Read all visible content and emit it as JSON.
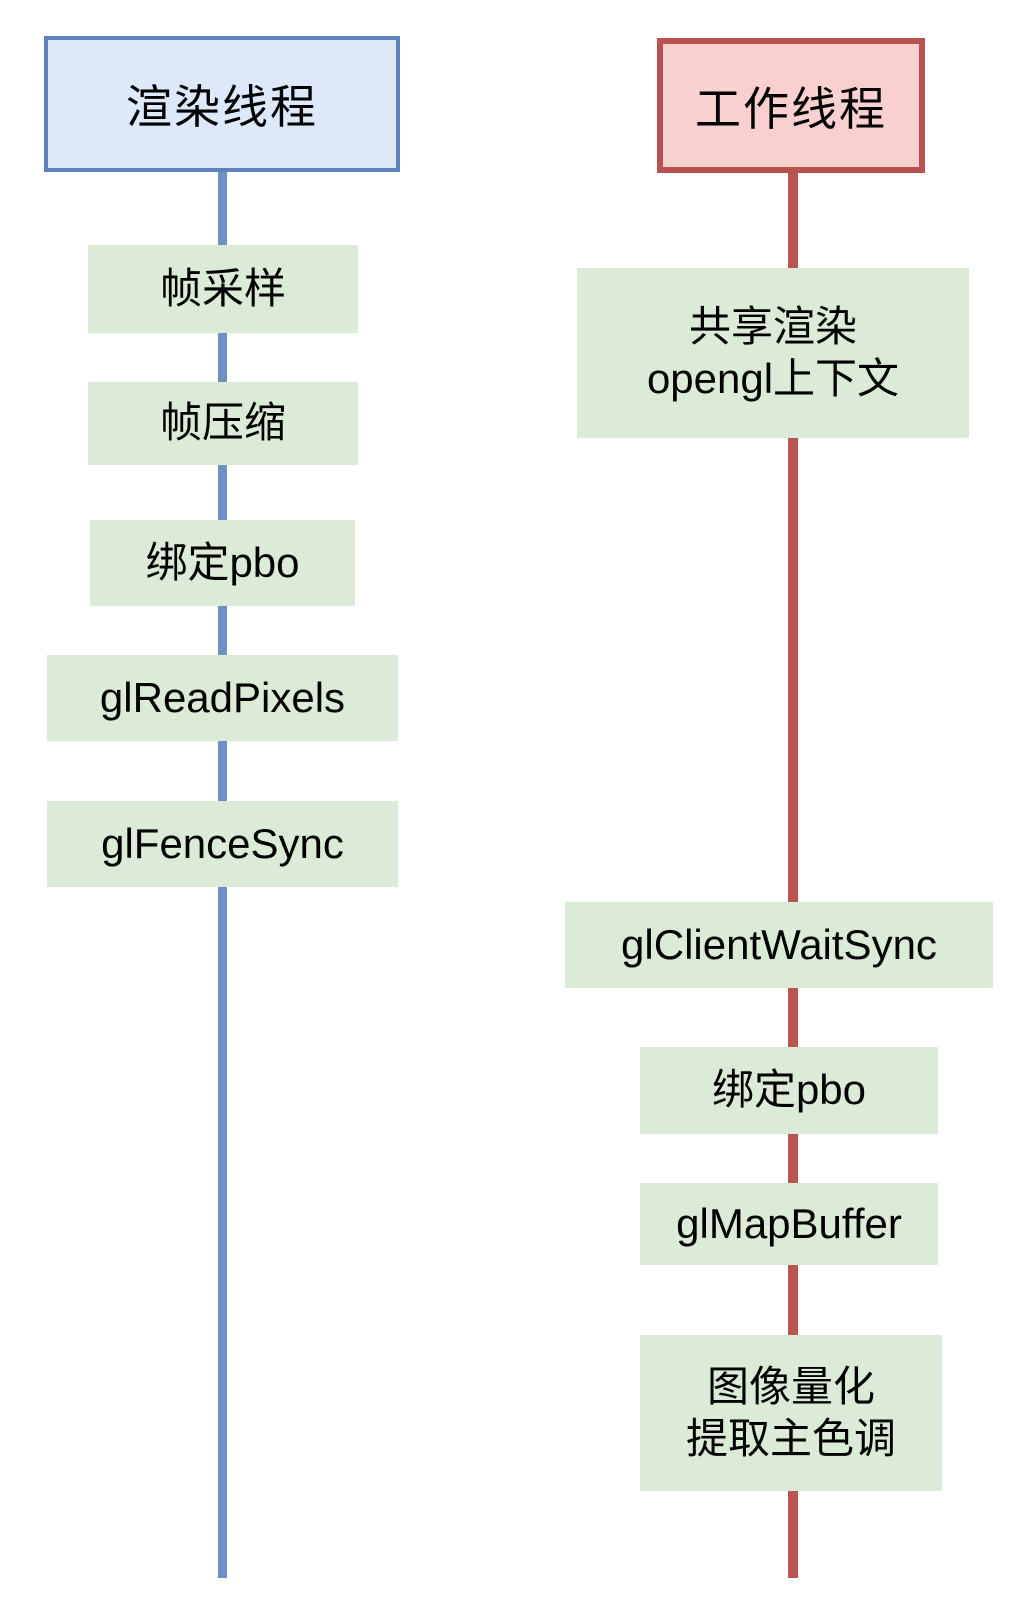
{
  "render": {
    "header": "渲染线程",
    "steps": [
      "帧采样",
      "帧压缩",
      "绑定pbo",
      "glReadPixels",
      "glFenceSync"
    ]
  },
  "worker": {
    "header": "工作线程",
    "steps": [
      "共享渲染\nopengl上下文",
      "glClientWaitSync",
      "绑定pbo",
      "glMapBuffer",
      "图像量化\n提取主色调"
    ]
  },
  "colors": {
    "render_header_fill": "#dde8f9",
    "render_header_border": "#5e82ba",
    "render_line": "#7090c2",
    "worker_header_fill": "#f7d0cf",
    "worker_header_border": "#b8524e",
    "worker_line": "#b9554f",
    "step_fill": "#dcead8",
    "text": "#000000"
  }
}
